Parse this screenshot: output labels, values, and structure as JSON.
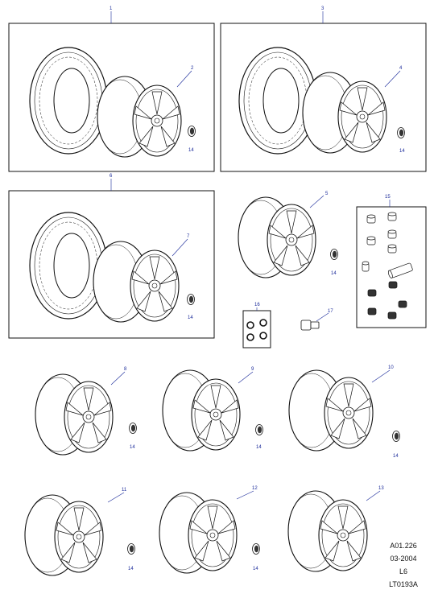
{
  "callouts": {
    "c1": "1",
    "c2": "2",
    "c3": "3",
    "c4": "4",
    "c5": "5",
    "c6": "6",
    "c7": "7",
    "c8": "8",
    "c9": "9",
    "c10": "10",
    "c11": "11",
    "c12": "12",
    "c13": "13",
    "c14": "14",
    "c15": "15",
    "c16": "16",
    "c17": "17"
  },
  "footer": {
    "ref": "A01.226",
    "date": "03-2004",
    "model": "L6",
    "code": "LT0193A"
  }
}
